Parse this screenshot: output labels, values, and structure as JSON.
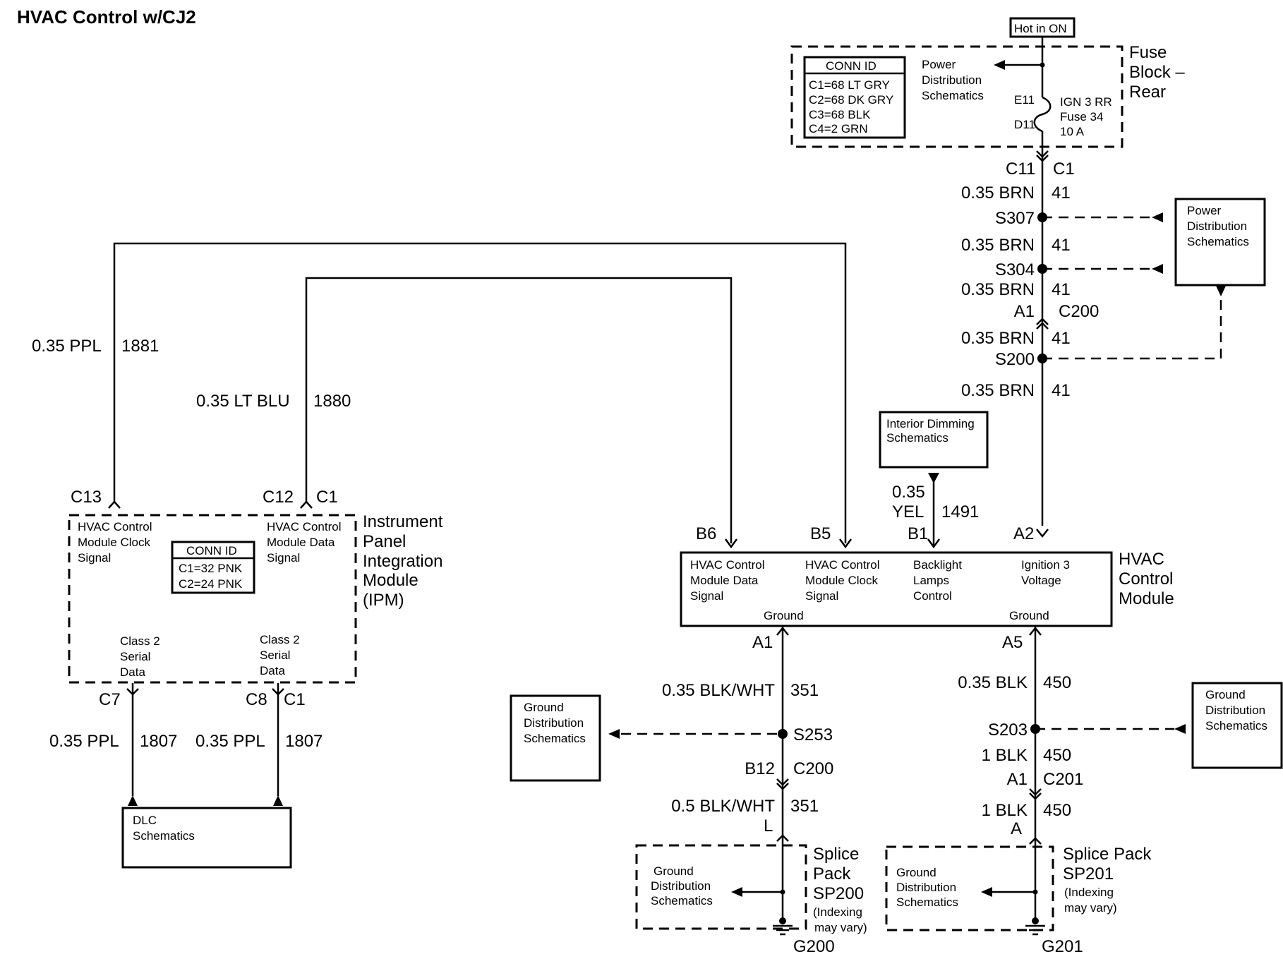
{
  "title": "HVAC Control w/CJ2",
  "hot_in": "Hot in ON",
  "fuse_block": {
    "conn_id_title": "CONN ID",
    "conn_ids": [
      "C1=68 LT GRY",
      "C2=68 DK GRY",
      "C3=68 BLK",
      "C4=2 GRN"
    ],
    "power_ref": [
      "Power",
      "Distribution",
      "Schematics"
    ],
    "pin_e11": "E11",
    "pin_d11": "D11",
    "fuse": [
      "IGN 3 RR",
      "Fuse 34",
      "10 A"
    ],
    "name": [
      "Fuse",
      "Block –",
      "Rear"
    ]
  },
  "right_feed": {
    "c11": "C11",
    "c1": "C1",
    "wires": [
      {
        "color": "0.35 BRN",
        "circuit": "41"
      },
      {
        "color": "0.35 BRN",
        "circuit": "41"
      },
      {
        "color": "0.35 BRN",
        "circuit": "41"
      },
      {
        "color": "0.35 BRN",
        "circuit": "41"
      },
      {
        "color": "0.35 BRN",
        "circuit": "41"
      }
    ],
    "s307": "S307",
    "s304": "S304",
    "s200": "S200",
    "a1": "A1",
    "c200": "C200",
    "power_ref": [
      "Power",
      "Distribution",
      "Schematics"
    ]
  },
  "ipm": {
    "clock_wire": {
      "color": "0.35 PPL",
      "circuit": "1881"
    },
    "data_wire": {
      "color": "0.35 LT BLU",
      "circuit": "1880"
    },
    "pin_c13": "C13",
    "pin_c12": "C12",
    "pin_c1": "C1",
    "clock_label": [
      "HVAC Control",
      "Module Clock",
      "Signal"
    ],
    "data_label": [
      "HVAC Control",
      "Module Data",
      "Signal"
    ],
    "conn_id_title": "CONN ID",
    "conn_ids": [
      "C1=32 PNK",
      "C2=24 PNK"
    ],
    "name": [
      "Instrument",
      "Panel",
      "Integration",
      "Module",
      "(IPM)"
    ],
    "class2_left": [
      "Class 2",
      "Serial",
      "Data"
    ],
    "class2_right": [
      "Class 2",
      "Serial",
      "Data"
    ],
    "pin_c7": "C7",
    "pin_c8": "C8",
    "pin_c1b": "C1",
    "dlc_wire_left": {
      "color": "0.35 PPL",
      "circuit": "1807"
    },
    "dlc_wire_right": {
      "color": "0.35 PPL",
      "circuit": "1807"
    },
    "dlc": [
      "DLC",
      "Schematics"
    ]
  },
  "dimming": {
    "ref": [
      "Interior Dimming",
      "Schematics"
    ],
    "color": [
      "0.35",
      "YEL"
    ],
    "circuit": "1491"
  },
  "hvac_module": {
    "pins": [
      "B6",
      "B5",
      "B1",
      "A2"
    ],
    "labels": [
      [
        "HVAC Control",
        "Module Data",
        "Signal"
      ],
      [
        "HVAC Control",
        "Module Clock",
        "Signal"
      ],
      [
        "Backlight",
        "Lamps",
        "Control"
      ],
      [
        "Ignition 3",
        "Voltage"
      ]
    ],
    "ground_left": "Ground",
    "ground_right": "Ground",
    "name": [
      "HVAC",
      "Control",
      "Module"
    ]
  },
  "ground_left": {
    "pin_a1": "A1",
    "wire1": {
      "color": "0.35 BLK/WHT",
      "circuit": "351"
    },
    "splice": "S253",
    "ref": [
      "Ground",
      "Distribution",
      "Schematics"
    ],
    "pin_b12": "B12",
    "conn": "C200",
    "wire2": {
      "color": "0.5 BLK/WHT",
      "circuit": "351"
    },
    "pin_l": "L",
    "splice_pack": [
      "Splice",
      "Pack",
      "SP200"
    ],
    "indexing": [
      "(Indexing",
      "may vary)"
    ],
    "sp_ref": [
      "Ground",
      "Distribution",
      "Schematics"
    ],
    "ground": "G200"
  },
  "ground_right": {
    "pin_a5": "A5",
    "wire1": {
      "color": "0.35 BLK",
      "circuit": "450"
    },
    "splice": "S203",
    "ref": [
      "Ground",
      "Distribution",
      "Schematics"
    ],
    "wire2": {
      "color": "1 BLK",
      "circuit": "450"
    },
    "pin_a1": "A1",
    "conn": "C201",
    "wire3": {
      "color": "1 BLK",
      "circuit": "450"
    },
    "pin_a": "A",
    "splice_pack": [
      "Splice Pack",
      "SP201"
    ],
    "indexing": [
      "(Indexing",
      "may vary)"
    ],
    "sp_ref": [
      "Ground",
      "Distribution",
      "Schematics"
    ],
    "ground": "G201"
  }
}
